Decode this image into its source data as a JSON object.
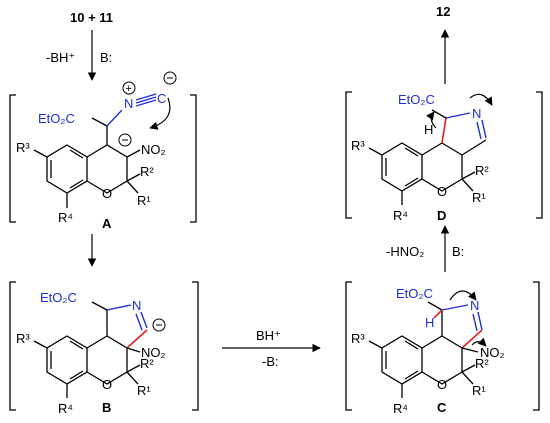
{
  "top_left": {
    "reactants": "10 + 11",
    "step_top": "-BH⁺",
    "step_base": "B:"
  },
  "compound_A": {
    "label": "A",
    "ester": "EtO₂C",
    "isocyanide_N": "N",
    "isocyanide_C": "C",
    "nitro": "NO₂",
    "o": "O",
    "r1": "R¹",
    "r2": "R²",
    "r3": "R³",
    "r4": "R⁴"
  },
  "compound_B": {
    "label": "B",
    "ester": "EtO₂C",
    "n": "N",
    "nitro": "NO₂",
    "o": "O",
    "r1": "R¹",
    "r2": "R²",
    "r3": "R³",
    "r4": "R⁴"
  },
  "compound_C": {
    "label": "C",
    "ester": "EtO₂C",
    "n": "N",
    "h": "H",
    "nitro": "NO₂",
    "o": "O",
    "r1": "R¹",
    "r2": "R²",
    "r3": "R³",
    "r4": "R⁴"
  },
  "compound_D": {
    "label": "D",
    "ester": "EtO₂C",
    "n": "N",
    "h": "H",
    "o": "O",
    "r1": "R¹",
    "r2": "R²",
    "r3": "R³",
    "r4": "R⁴"
  },
  "arrow_BC": {
    "above": "BH⁺",
    "below": "-B:"
  },
  "arrow_CD": {
    "left": "-HNO₂",
    "right": "B:"
  },
  "product": "12",
  "colors": {
    "black": "#000000",
    "blue": "#1f2fd6",
    "red": "#e02020"
  }
}
